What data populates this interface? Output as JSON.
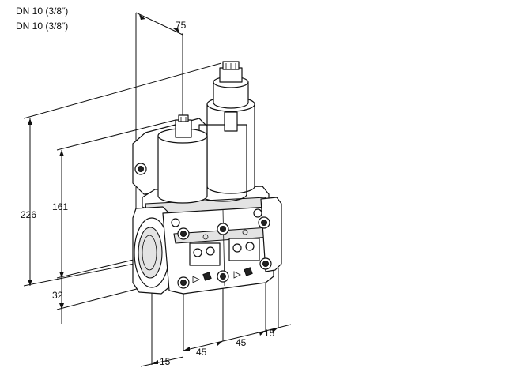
{
  "header": {
    "line1": "DN 10 (3/8\")",
    "line2": "DN 10 (3/8\")"
  },
  "dimensions": {
    "top_depth": "75",
    "height_total": "226",
    "height_mid": "161",
    "height_inlet": "32",
    "width_offset": "15",
    "width_pitch_1": "45",
    "width_pitch_2": "45",
    "width_end": "15"
  }
}
